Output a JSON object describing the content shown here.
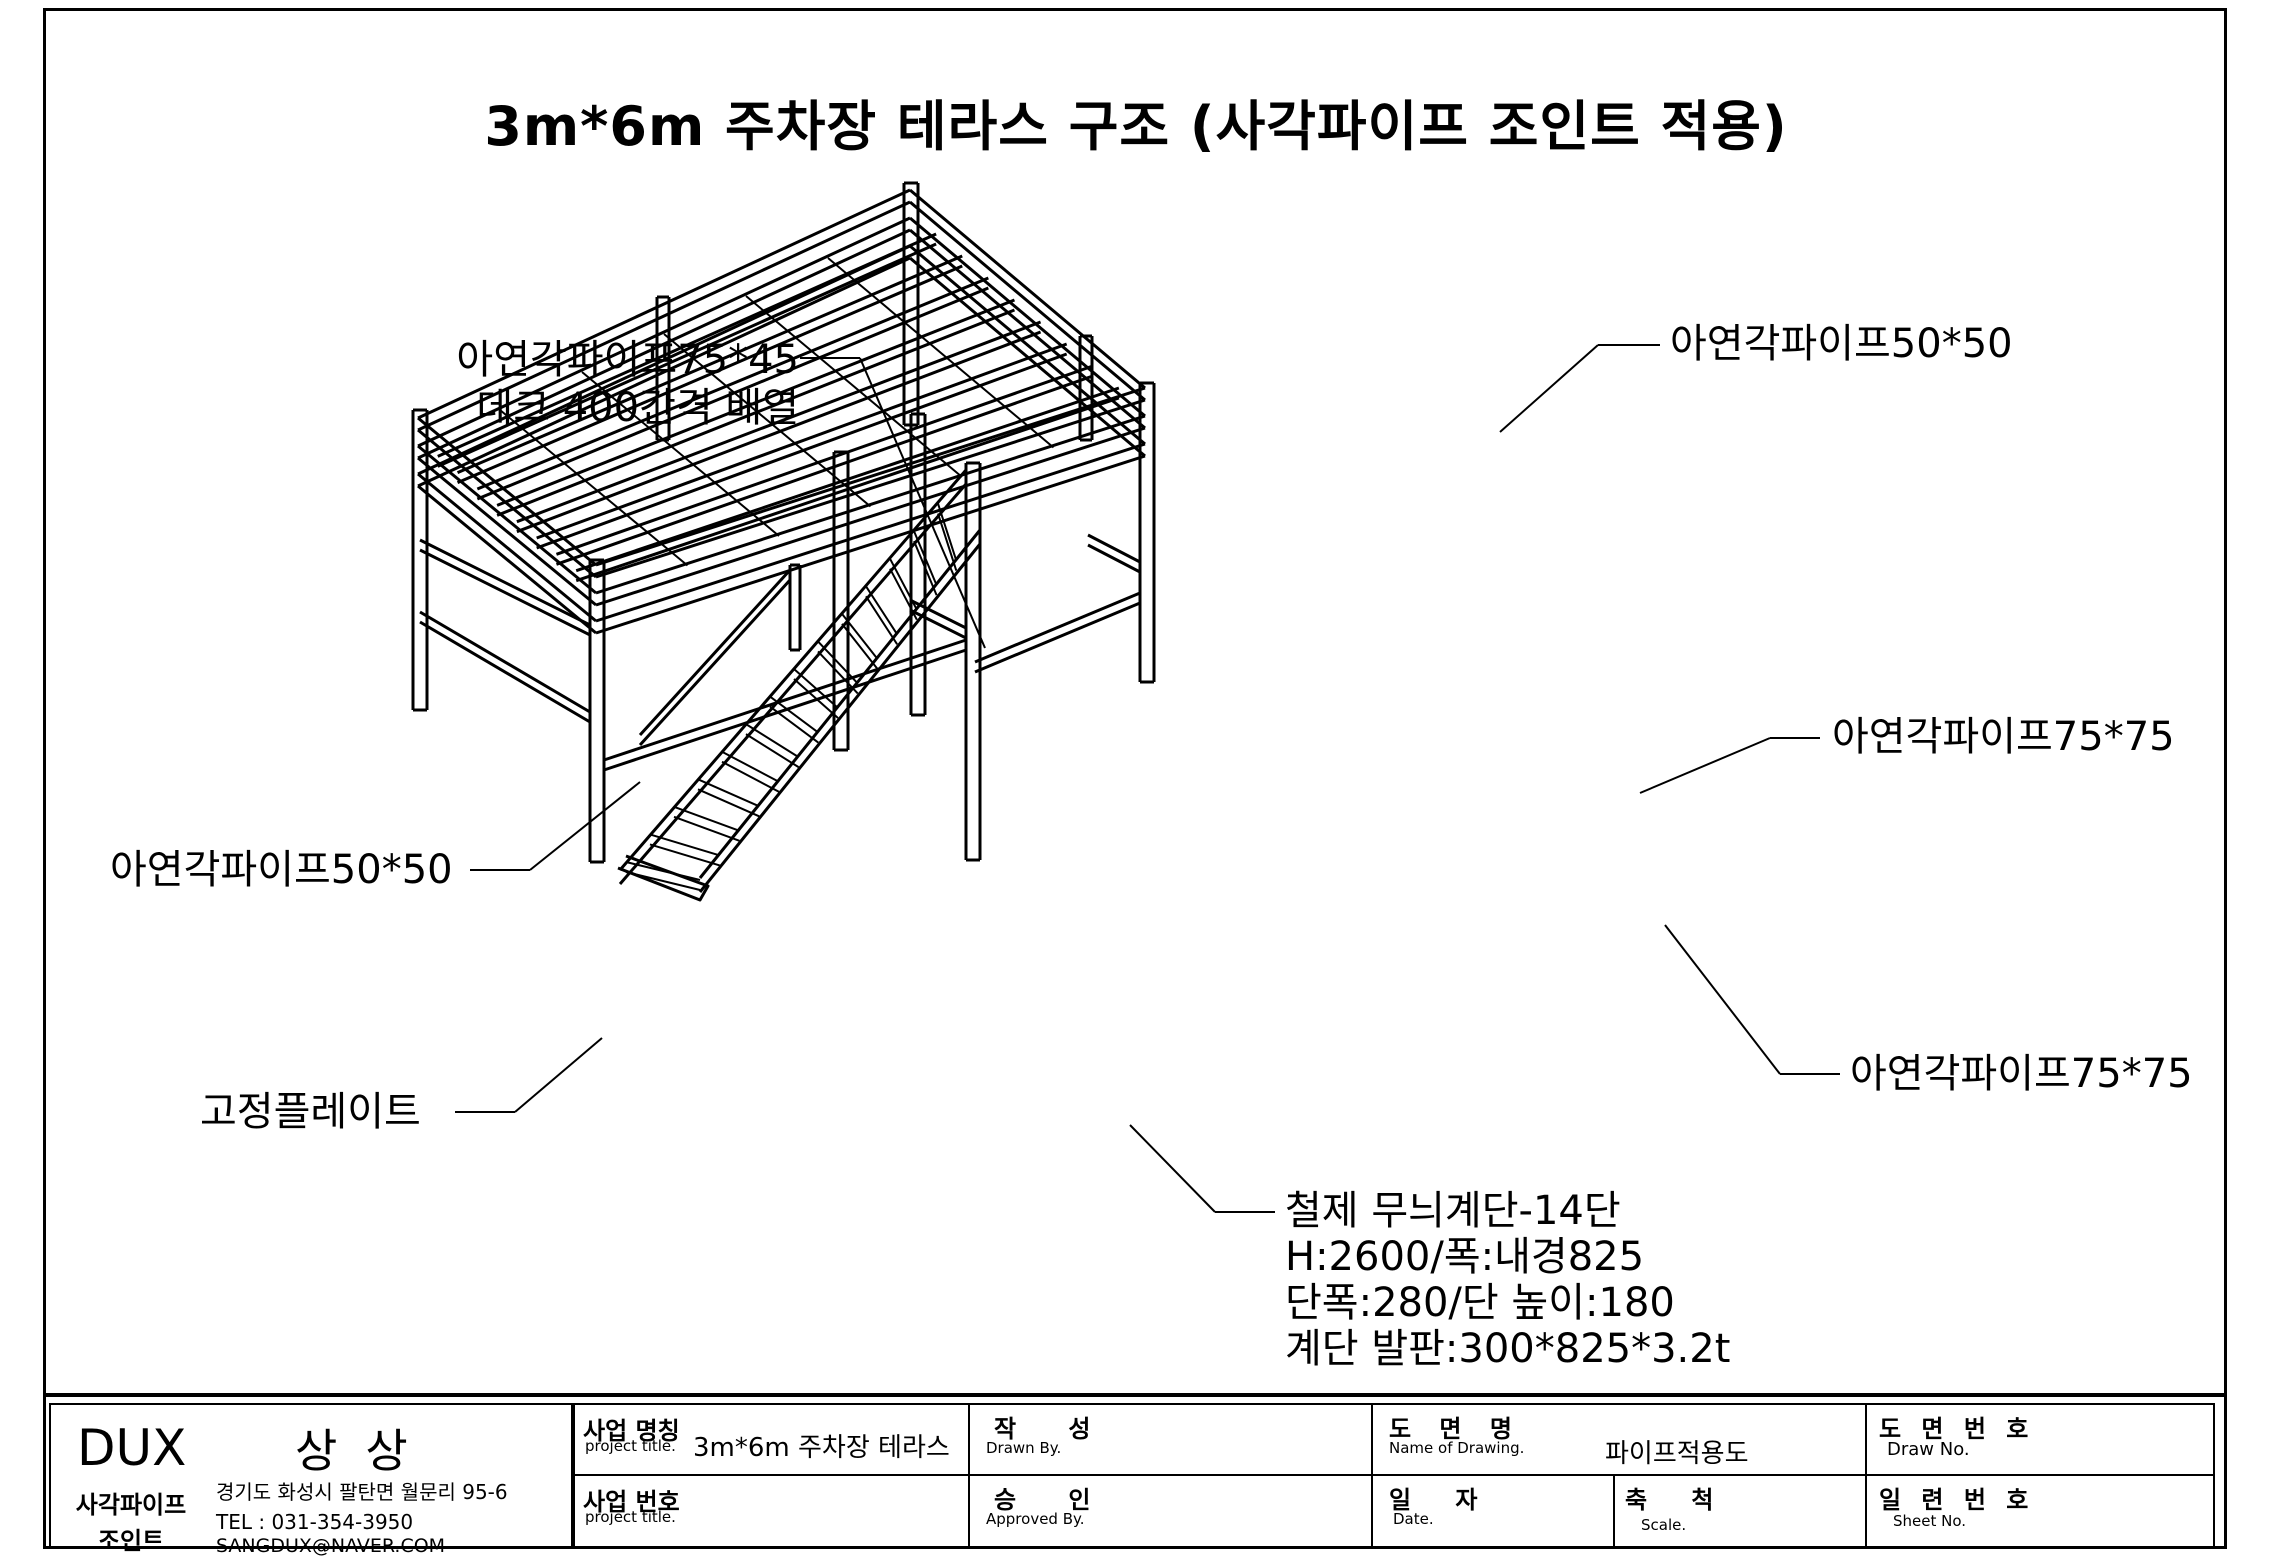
{
  "title": "3m*6m 주차장 테라스 구조 (사각파이프 조인트 적용)",
  "callouts": {
    "deck_pipe": {
      "line1": "아연각파이프75*45",
      "line2": "데크 400간격 배열"
    },
    "top_pipe_right": "아연각파이프50*50",
    "left_pipe": "아연각파이프50*50",
    "right_beam": "아연각파이프75*75",
    "right_column": "아연각파이프75*75",
    "plate": "고정플레이트",
    "stair": {
      "line1": "철제 무늬계단-14단",
      "line2": "H:2600/폭:내경825",
      "line3": "단폭:280/단 높이:180",
      "line4": "계단 발판:300*825*3.2t"
    }
  },
  "title_block": {
    "logo": "DUX",
    "logo_korean": "상상",
    "company_name": "사각파이프 조인트",
    "address": "경기도 화성시 팔탄면 월문리 95-6",
    "tel": "TEL : 031-354-3950",
    "email": "SANGDUX@NAVER.COM",
    "project_name_label": "사업 명칭",
    "project_name_sub": "project title.",
    "project_name_value": "3m*6m 주차장 테라스",
    "project_no_label": "사업 번호",
    "project_no_sub": "project title.",
    "drawn_label": "작 성",
    "drawn_sub": "Drawn By.",
    "approved_label": "승 인",
    "approved_sub": "Approved By.",
    "drawing_name_label": "도 면 명",
    "drawing_name_sub": "Name of Drawing.",
    "drawing_name_value": "파이프적용도",
    "date_label": "일 자",
    "date_sub": "Date.",
    "scale_label": "축 척",
    "scale_sub": "Scale.",
    "draw_no_label": "도 면 번 호",
    "draw_no_sub": "Draw No.",
    "sheet_no_label": "일 련 번 호",
    "sheet_no_sub": "Sheet No."
  }
}
